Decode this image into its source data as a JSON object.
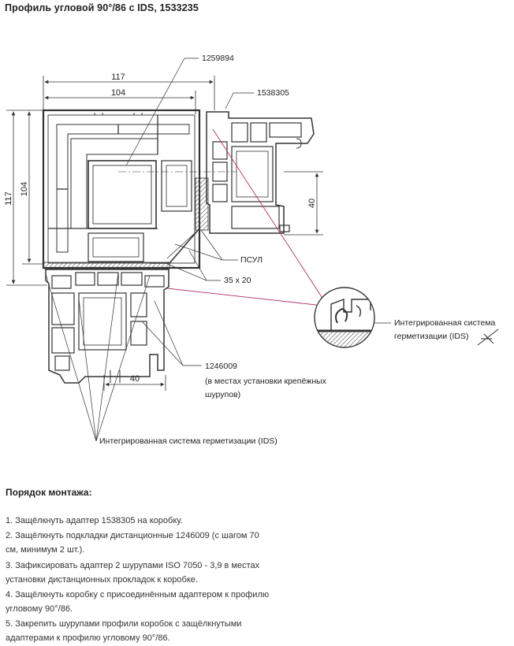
{
  "title": "Профиль угловой 90°/86 с IDS, 1533235",
  "labels": {
    "part_top": "1259894",
    "part_adapter": "1538305",
    "psul": "ПСУЛ",
    "size": "35 x 20",
    "spacer_code": "1246009",
    "spacer_note_1": "(в местах установки крепёжных",
    "spacer_note_2": "шурупов)",
    "ids_bottom": "Интегрированная система герметизации (IDS)",
    "ids_right_1": "Интегрированная система",
    "ids_right_2": "герметизации (IDS)"
  },
  "dimensions": {
    "w117": "117",
    "w104": "104",
    "h117": "117",
    "h104": "104",
    "d40_right": "40",
    "d40_bottom": "40"
  },
  "instructions": {
    "title": "Порядок монтажа:",
    "steps": [
      [
        "1. Защёлкнуть адаптер 1538305 на коробку."
      ],
      [
        "2. Защёлкнуть подкладки дистанционные 1246009 (с шагом 70",
        "см, минимум 2 шт.)."
      ],
      [
        "3. Зафиксировать адаптер 2 шурупами ISO 7050 - 3,9 в местах",
        "установки дистанционных прокладок к коробке."
      ],
      [
        "4. Защёлкнуть коробку с присоединённым адаптером к профилю",
        "угловому 90°/86."
      ],
      [
        "5. Закрепить шурупами профили коробок с защёлкнутыми",
        "адаптерами к профилю угловому 90°/86."
      ]
    ]
  },
  "colors": {
    "line": "#333333",
    "leader_magenta": "#b0306a",
    "hatch": "#555555"
  }
}
